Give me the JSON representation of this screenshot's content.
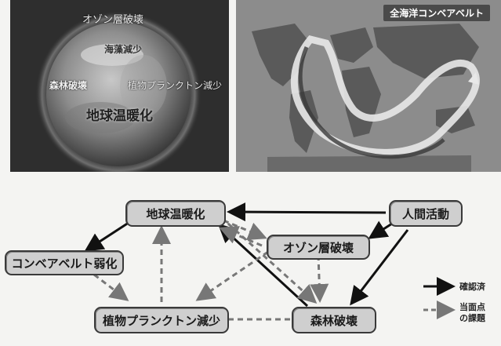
{
  "globe_panel": {
    "title": "オゾン層破壊",
    "label_top": "海藻減少",
    "label_left": "森林破壊",
    "label_right": "植物プランクトン減少",
    "label_center": "地球温暖化"
  },
  "map_panel": {
    "title": "全海洋コンベアベルト"
  },
  "diagram": {
    "nodes": {
      "warming": "地球温暖化",
      "human": "人間活動",
      "ozone": "オゾン層破壊",
      "conveyor": "コンベアベルト弱化",
      "plankton": "植物プランクトン減少",
      "forest": "森林破壊"
    },
    "legend": {
      "confirmed": "確認済",
      "issue_line1": "当面点",
      "issue_line2": "の課題"
    }
  }
}
